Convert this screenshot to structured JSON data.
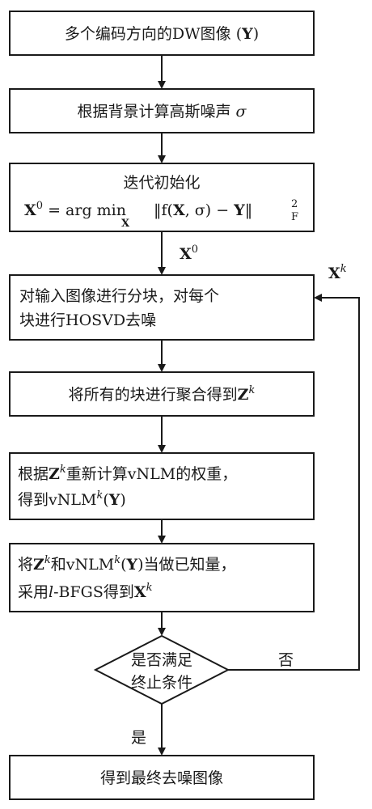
{
  "steps": {
    "s1": {
      "text": "多个编码方向的DW图像 (",
      "var": "Y",
      "close": ")"
    },
    "s2": {
      "text": "根据背景计算高斯噪声 ",
      "sym": "σ"
    },
    "s3": {
      "title": "迭代初始化",
      "lhs": "X",
      "lhs_sup": "0",
      "eq": " = arg min",
      "sub": "X",
      "norm": "‖f(",
      "xb": "X",
      "mid": ", σ) − ",
      "yb": "Y",
      "normclose": "‖",
      "sup2": "2",
      "subF": "F"
    },
    "s4": {
      "line1": "对输入图像进行分块，对每个",
      "line2": "块进行HOSVD去噪"
    },
    "s5": {
      "text": "将所有的块进行聚合得到",
      "var": "Z",
      "sup": "k"
    },
    "s6": {
      "l1_a": "根据",
      "l1_var": "Z",
      "l1_sup": "k",
      "l1_b": "重新计算vNLM的权重，",
      "l2_a": "得到vNLM",
      "l2_sup": "k",
      "l2_b": "(",
      "l2_var": "Y",
      "l2_c": ")"
    },
    "s7": {
      "l1_a": "将",
      "l1_var": "Z",
      "l1_sup": "k",
      "l1_b": "和vNLM",
      "l1_sup2": "k",
      "l1_c": "(",
      "l1_var2": "Y",
      "l1_d": ")当做已知量，",
      "l2_a": "采用",
      "l2_it": "l",
      "l2_b": "-BFGS得到",
      "l2_var": "X",
      "l2_sup": "k"
    },
    "decision": {
      "line1": "是否满足",
      "line2": "终止条件"
    },
    "s8": {
      "text": "得到最终去噪图像"
    }
  },
  "edges": {
    "x0_var": "X",
    "x0_sup": "0",
    "xk_var": "X",
    "xk_sup": "k",
    "yes": "是",
    "no": "否"
  }
}
